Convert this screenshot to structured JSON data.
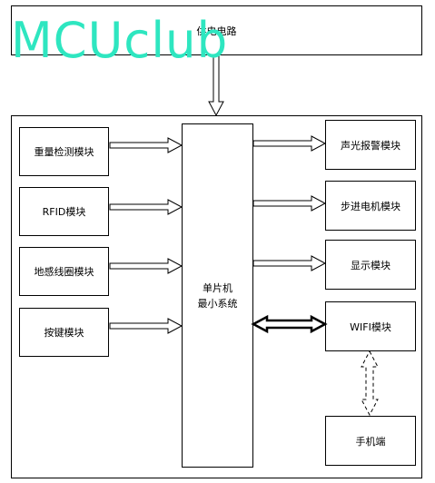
{
  "watermark": {
    "text": "MCUclub",
    "color": "#2ee6c0"
  },
  "power_supply": {
    "label": "供电电路"
  },
  "mcu": {
    "line1": "单片机",
    "line2": "最小系统"
  },
  "inputs": [
    {
      "label": "重量检测模块"
    },
    {
      "label": "RFID模块"
    },
    {
      "label": "地感线圈模块"
    },
    {
      "label": "按键模块"
    }
  ],
  "outputs": [
    {
      "label": "声光报警模块"
    },
    {
      "label": "步进电机模块"
    },
    {
      "label": "显示模块"
    },
    {
      "label": "WIFI模块"
    }
  ],
  "phone": {
    "label": "手机端"
  }
}
